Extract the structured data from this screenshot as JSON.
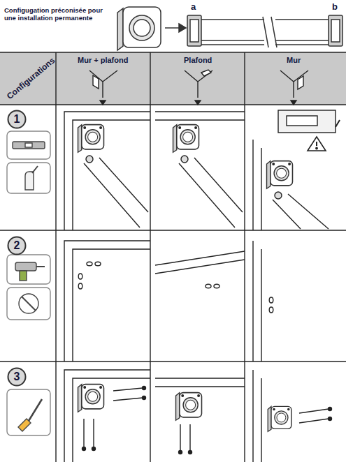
{
  "diagram": {
    "title": "Configugation préconisée pour une installation permanente",
    "nodes": [
      {
        "text": [
          "1"
        ]
      },
      {
        "text": [
          "2"
        ]
      },
      {
        "text": [
          "3"
        ]
      }
    ],
    "labels": [
      "a",
      "b",
      "Configurations",
      "Mur + plafond",
      "Plafond",
      "Mur"
    ]
  }
}
